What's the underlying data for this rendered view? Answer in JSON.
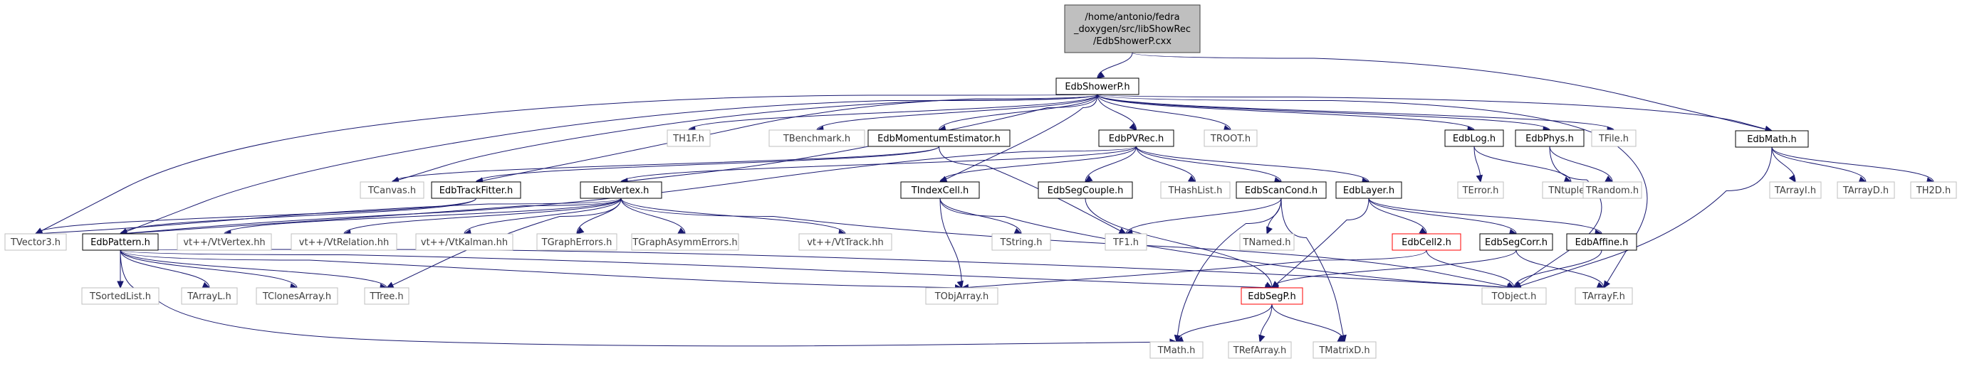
{
  "colors": {
    "edge": "#191970",
    "root_fill": "#bfbfbf",
    "root_stroke": "#404040",
    "doc_stroke": "#000000",
    "ext_stroke": "#bfbfbf",
    "red_stroke": "#ff0000",
    "ext_text": "#3f3f3f",
    "text": "#000000"
  },
  "nodes": [
    {
      "id": "root",
      "lines": [
        "/home/antonio/fedra",
        "_doxygen/src/libShowRec",
        "/EdbShowerP.cxx"
      ],
      "kind": "root"
    },
    {
      "id": "showerp",
      "lines": [
        "EdbShowerP.h"
      ],
      "kind": "doc"
    },
    {
      "id": "edbmath",
      "lines": [
        "EdbMath.h"
      ],
      "kind": "doc"
    },
    {
      "id": "th1f",
      "lines": [
        "TH1F.h"
      ],
      "kind": "ext"
    },
    {
      "id": "tbench",
      "lines": [
        "TBenchmark.h"
      ],
      "kind": "ext"
    },
    {
      "id": "momest",
      "lines": [
        "EdbMomentumEstimator.h"
      ],
      "kind": "doc"
    },
    {
      "id": "pvrec",
      "lines": [
        "EdbPVRec.h"
      ],
      "kind": "doc"
    },
    {
      "id": "troot",
      "lines": [
        "TROOT.h"
      ],
      "kind": "ext"
    },
    {
      "id": "edblog",
      "lines": [
        "EdbLog.h"
      ],
      "kind": "doc"
    },
    {
      "id": "edbphys",
      "lines": [
        "EdbPhys.h"
      ],
      "kind": "doc"
    },
    {
      "id": "tfile",
      "lines": [
        "TFile.h"
      ],
      "kind": "ext"
    },
    {
      "id": "tcanvas",
      "lines": [
        "TCanvas.h"
      ],
      "kind": "ext"
    },
    {
      "id": "trackfitter",
      "lines": [
        "EdbTrackFitter.h"
      ],
      "kind": "doc"
    },
    {
      "id": "vertex",
      "lines": [
        "EdbVertex.h"
      ],
      "kind": "doc"
    },
    {
      "id": "tindexcell",
      "lines": [
        "TIndexCell.h"
      ],
      "kind": "doc"
    },
    {
      "id": "segcouple",
      "lines": [
        "EdbSegCouple.h"
      ],
      "kind": "doc"
    },
    {
      "id": "thashlist",
      "lines": [
        "THashList.h"
      ],
      "kind": "ext"
    },
    {
      "id": "scancond",
      "lines": [
        "EdbScanCond.h"
      ],
      "kind": "doc"
    },
    {
      "id": "edblayer",
      "lines": [
        "EdbLayer.h"
      ],
      "kind": "doc"
    },
    {
      "id": "terror",
      "lines": [
        "TError.h"
      ],
      "kind": "ext"
    },
    {
      "id": "tntuple",
      "lines": [
        "TNtuple.h"
      ],
      "kind": "ext"
    },
    {
      "id": "trandom",
      "lines": [
        "TRandom.h"
      ],
      "kind": "ext"
    },
    {
      "id": "tarrayi",
      "lines": [
        "TArrayI.h"
      ],
      "kind": "ext"
    },
    {
      "id": "tarrayd",
      "lines": [
        "TArrayD.h"
      ],
      "kind": "ext"
    },
    {
      "id": "th2d",
      "lines": [
        "TH2D.h"
      ],
      "kind": "ext"
    },
    {
      "id": "tvector3",
      "lines": [
        "TVector3.h"
      ],
      "kind": "ext"
    },
    {
      "id": "pattern",
      "lines": [
        "EdbPattern.h"
      ],
      "kind": "doc"
    },
    {
      "id": "vtvertex",
      "lines": [
        "vt++/VtVertex.hh"
      ],
      "kind": "ext"
    },
    {
      "id": "vtrelation",
      "lines": [
        "vt++/VtRelation.hh"
      ],
      "kind": "ext"
    },
    {
      "id": "vtkalman",
      "lines": [
        "vt++/VtKalman.hh"
      ],
      "kind": "ext"
    },
    {
      "id": "tgrapherrors",
      "lines": [
        "TGraphErrors.h"
      ],
      "kind": "ext"
    },
    {
      "id": "tgraphasym",
      "lines": [
        "TGraphAsymmErrors.h"
      ],
      "kind": "ext"
    },
    {
      "id": "vttrack",
      "lines": [
        "vt++/VtTrack.hh"
      ],
      "kind": "ext"
    },
    {
      "id": "tstring",
      "lines": [
        "TString.h"
      ],
      "kind": "ext"
    },
    {
      "id": "tf1",
      "lines": [
        "TF1.h"
      ],
      "kind": "ext"
    },
    {
      "id": "tnamed",
      "lines": [
        "TNamed.h"
      ],
      "kind": "ext"
    },
    {
      "id": "edbcell2",
      "lines": [
        "EdbCell2.h"
      ],
      "kind": "red"
    },
    {
      "id": "segcorr",
      "lines": [
        "EdbSegCorr.h"
      ],
      "kind": "doc"
    },
    {
      "id": "affine",
      "lines": [
        "EdbAffine.h"
      ],
      "kind": "doc"
    },
    {
      "id": "tsortedlist",
      "lines": [
        "TSortedList.h"
      ],
      "kind": "ext"
    },
    {
      "id": "tarrayl",
      "lines": [
        "TArrayL.h"
      ],
      "kind": "ext"
    },
    {
      "id": "tclones",
      "lines": [
        "TClonesArray.h"
      ],
      "kind": "ext"
    },
    {
      "id": "ttree",
      "lines": [
        "TTree.h"
      ],
      "kind": "ext"
    },
    {
      "id": "tobjarray",
      "lines": [
        "TObjArray.h"
      ],
      "kind": "ext"
    },
    {
      "id": "edbsegp",
      "lines": [
        "EdbSegP.h"
      ],
      "kind": "red"
    },
    {
      "id": "tobject",
      "lines": [
        "TObject.h"
      ],
      "kind": "ext"
    },
    {
      "id": "tarrayf",
      "lines": [
        "TArrayF.h"
      ],
      "kind": "ext"
    },
    {
      "id": "tmath",
      "lines": [
        "TMath.h"
      ],
      "kind": "ext"
    },
    {
      "id": "trefarray",
      "lines": [
        "TRefArray.h"
      ],
      "kind": "ext"
    },
    {
      "id": "tmatrixd",
      "lines": [
        "TMatrixD.h"
      ],
      "kind": "ext"
    }
  ],
  "edges": [
    [
      "root",
      "showerp"
    ],
    [
      "root",
      "edbmath"
    ],
    [
      "showerp",
      "th1f"
    ],
    [
      "showerp",
      "tbench"
    ],
    [
      "showerp",
      "momest"
    ],
    [
      "showerp",
      "pvrec"
    ],
    [
      "showerp",
      "troot"
    ],
    [
      "showerp",
      "edblog"
    ],
    [
      "showerp",
      "edbphys"
    ],
    [
      "showerp",
      "tfile"
    ],
    [
      "showerp",
      "edbmath"
    ],
    [
      "showerp",
      "tcanvas"
    ],
    [
      "showerp",
      "trackfitter"
    ],
    [
      "showerp",
      "vertex"
    ],
    [
      "showerp",
      "tindexcell"
    ],
    [
      "showerp",
      "tvector3"
    ],
    [
      "showerp",
      "pattern"
    ],
    [
      "showerp",
      "tarrayf"
    ],
    [
      "momest",
      "trackfitter"
    ],
    [
      "momest",
      "tcanvas"
    ],
    [
      "momest",
      "tf1"
    ],
    [
      "pvrec",
      "vertex"
    ],
    [
      "pvrec",
      "tindexcell"
    ],
    [
      "pvrec",
      "segcouple"
    ],
    [
      "pvrec",
      "thashlist"
    ],
    [
      "pvrec",
      "scancond"
    ],
    [
      "pvrec",
      "edblayer"
    ],
    [
      "pvrec",
      "pattern"
    ],
    [
      "trackfitter",
      "pattern"
    ],
    [
      "trackfitter",
      "tvector3"
    ],
    [
      "vertex",
      "tvector3"
    ],
    [
      "vertex",
      "pattern"
    ],
    [
      "vertex",
      "vtvertex"
    ],
    [
      "vertex",
      "vtrelation"
    ],
    [
      "vertex",
      "vtkalman"
    ],
    [
      "vertex",
      "tgrapherrors"
    ],
    [
      "vertex",
      "tgraphasym"
    ],
    [
      "vertex",
      "vttrack"
    ],
    [
      "vertex",
      "ttree"
    ],
    [
      "vertex",
      "tobject"
    ],
    [
      "tindexcell",
      "tstring"
    ],
    [
      "tindexcell",
      "tobjarray"
    ],
    [
      "tindexcell",
      "tobject"
    ],
    [
      "segcouple",
      "edbsegp"
    ],
    [
      "scancond",
      "tf1"
    ],
    [
      "scancond",
      "tnamed"
    ],
    [
      "scancond",
      "tmath"
    ],
    [
      "scancond",
      "tmatrixd"
    ],
    [
      "edblayer",
      "edbcell2"
    ],
    [
      "edblayer",
      "segcorr"
    ],
    [
      "edblayer",
      "affine"
    ],
    [
      "edblayer",
      "edbsegp"
    ],
    [
      "edbcell2",
      "tobjarray"
    ],
    [
      "edbcell2",
      "tobject"
    ],
    [
      "segcorr",
      "edbsegp"
    ],
    [
      "segcorr",
      "tarrayf"
    ],
    [
      "affine",
      "tobject"
    ],
    [
      "edblog",
      "terror"
    ],
    [
      "edblog",
      "tntuple"
    ],
    [
      "edbphys",
      "trandom"
    ],
    [
      "edbphys",
      "tobject"
    ],
    [
      "edbmath",
      "tarrayi"
    ],
    [
      "edbmath",
      "tarrayd"
    ],
    [
      "edbmath",
      "th2d"
    ],
    [
      "edbmath",
      "tobject"
    ],
    [
      "pattern",
      "tsortedlist"
    ],
    [
      "pattern",
      "tarrayl"
    ],
    [
      "pattern",
      "tclones"
    ],
    [
      "pattern",
      "ttree"
    ],
    [
      "pattern",
      "tobjarray"
    ],
    [
      "pattern",
      "edbsegp"
    ],
    [
      "pattern",
      "tobject"
    ],
    [
      "pattern",
      "tmath"
    ],
    [
      "edbsegp",
      "tmath"
    ],
    [
      "edbsegp",
      "trefarray"
    ],
    [
      "edbsegp",
      "tmatrixd"
    ]
  ]
}
